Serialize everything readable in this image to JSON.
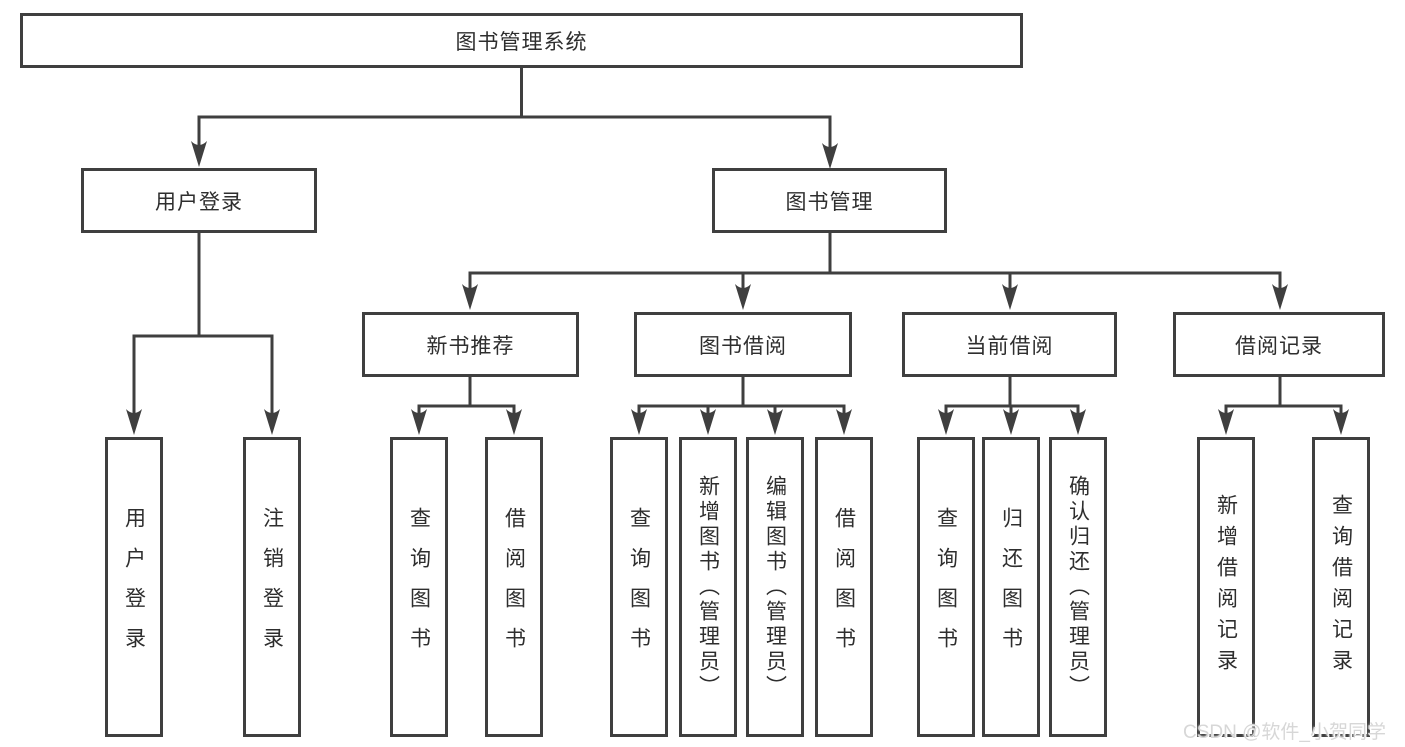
{
  "tree": {
    "label": "图书管理系统",
    "children": [
      {
        "label": "用户登录",
        "children": [
          {
            "label": "用户登录"
          },
          {
            "label": "注销登录"
          }
        ]
      },
      {
        "label": "图书管理",
        "children": [
          {
            "label": "新书推荐",
            "children": [
              {
                "label": "查询图书"
              },
              {
                "label": "借阅图书"
              }
            ]
          },
          {
            "label": "图书借阅",
            "children": [
              {
                "label": "查询图书"
              },
              {
                "label": "新增图书（管理员）"
              },
              {
                "label": "编辑图书（管理员）"
              },
              {
                "label": "借阅图书"
              }
            ]
          },
          {
            "label": "当前借阅",
            "children": [
              {
                "label": "查询图书"
              },
              {
                "label": "归还图书"
              },
              {
                "label": "确认归还（管理员）"
              }
            ]
          },
          {
            "label": "借阅记录",
            "children": [
              {
                "label": "新增借阅记录"
              },
              {
                "label": "查询借阅记录"
              }
            ]
          }
        ]
      }
    ]
  },
  "watermark": {
    "text": "CSDN @软件_小贺同学"
  },
  "colors": {
    "line": "#3f3f3f",
    "box_border": "#3f3f3f",
    "text": "#2e2e2e",
    "watermark": "#d7d7d7",
    "background": "#ffffff"
  }
}
